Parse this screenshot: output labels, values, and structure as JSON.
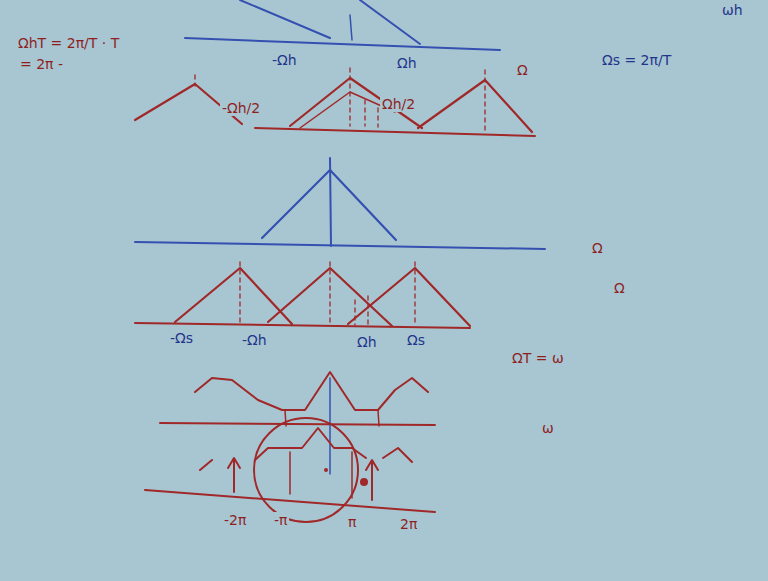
{
  "diagram": {
    "labels": [
      "ΩhT = 2π/T · T",
      "= 2π -",
      "-Ωh",
      "Ωh",
      "ωh",
      "Ωs = 2π/T",
      "-Ωh/2",
      "Ωh/2",
      "Ω",
      "Ω",
      "-Ωs",
      "-Ωh",
      "Ωh",
      "Ωs",
      "Ω",
      "ΩT = ω",
      "ω",
      "-2π",
      "-π",
      "π",
      "2π"
    ]
  }
}
